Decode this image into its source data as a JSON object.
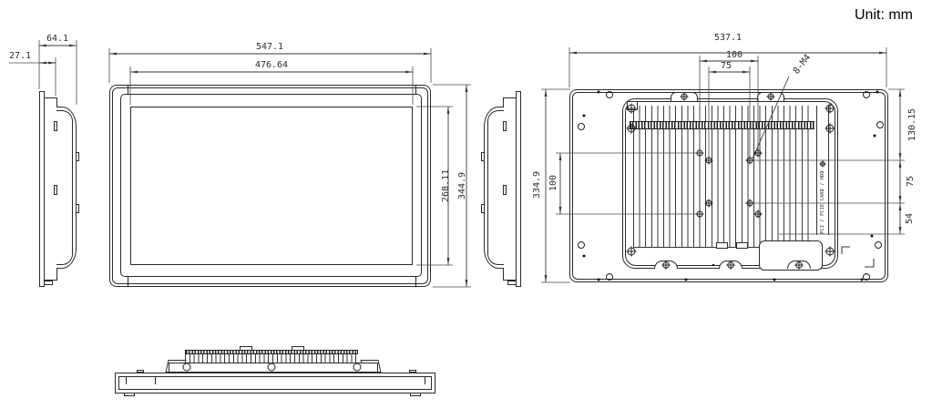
{
  "unit_label": "Unit: mm",
  "dimensions": {
    "side_view": {
      "total_depth": "64.1",
      "body_depth": "27.1"
    },
    "front_view": {
      "total_width": "547.1",
      "display_width": "476.64",
      "display_height": "268.11",
      "total_height": "344.9"
    },
    "rear_view": {
      "total_width": "537.1",
      "vesa_width_100": "100",
      "vesa_width_75": "75",
      "mount_holes": "8-M4",
      "total_height": "334.9",
      "vesa_height_100": "100",
      "top_to_vesa": "130.15",
      "vesa_height_75": "75",
      "vesa_to_bottom": "54"
    }
  },
  "rear_view": {
    "expansion_slot_label": "PCI / PCIE CARD / HDD"
  },
  "colors": {
    "line": "#2a2a2a",
    "dimension_line": "#3a3a3a",
    "background": "#ffffff",
    "text": "#2e2e2e"
  }
}
